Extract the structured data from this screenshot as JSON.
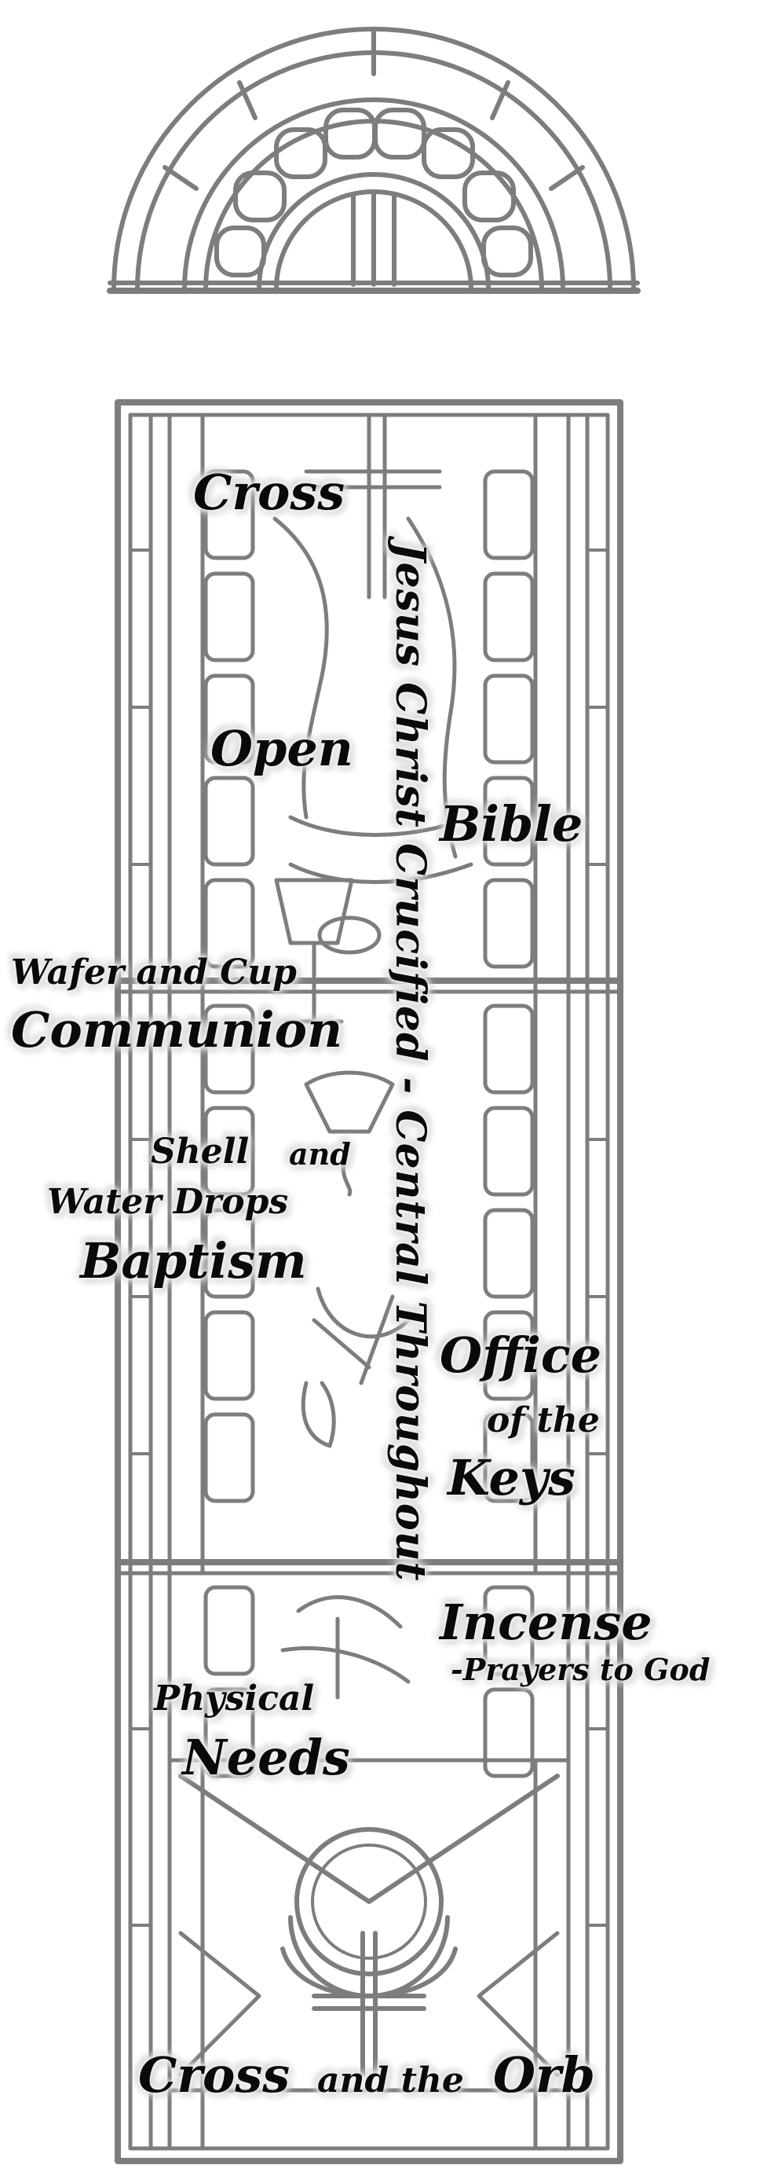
{
  "colors": {
    "lead": "#7d7d7d",
    "text": "#0a0a0a",
    "glow": "#9a9a9a"
  },
  "labels": {
    "cross": "Cross",
    "open": "Open",
    "bible": "Bible",
    "wafer_and_cup": "Wafer and Cup",
    "communion": "Communion",
    "shell": "Shell",
    "shell_and": "and",
    "water_drops": "Water Drops",
    "baptism": "Baptism",
    "office": "Office",
    "of_the": "of the",
    "keys": "Keys",
    "incense": "Incense",
    "prayers_to_god": "-Prayers to God",
    "physical": "Physical",
    "needs": "Needs",
    "orb_cross": "Cross",
    "orb_and_the": "and the",
    "orb": "Orb",
    "vertical": "Jesus Christ Crucified - Central Throughout"
  }
}
